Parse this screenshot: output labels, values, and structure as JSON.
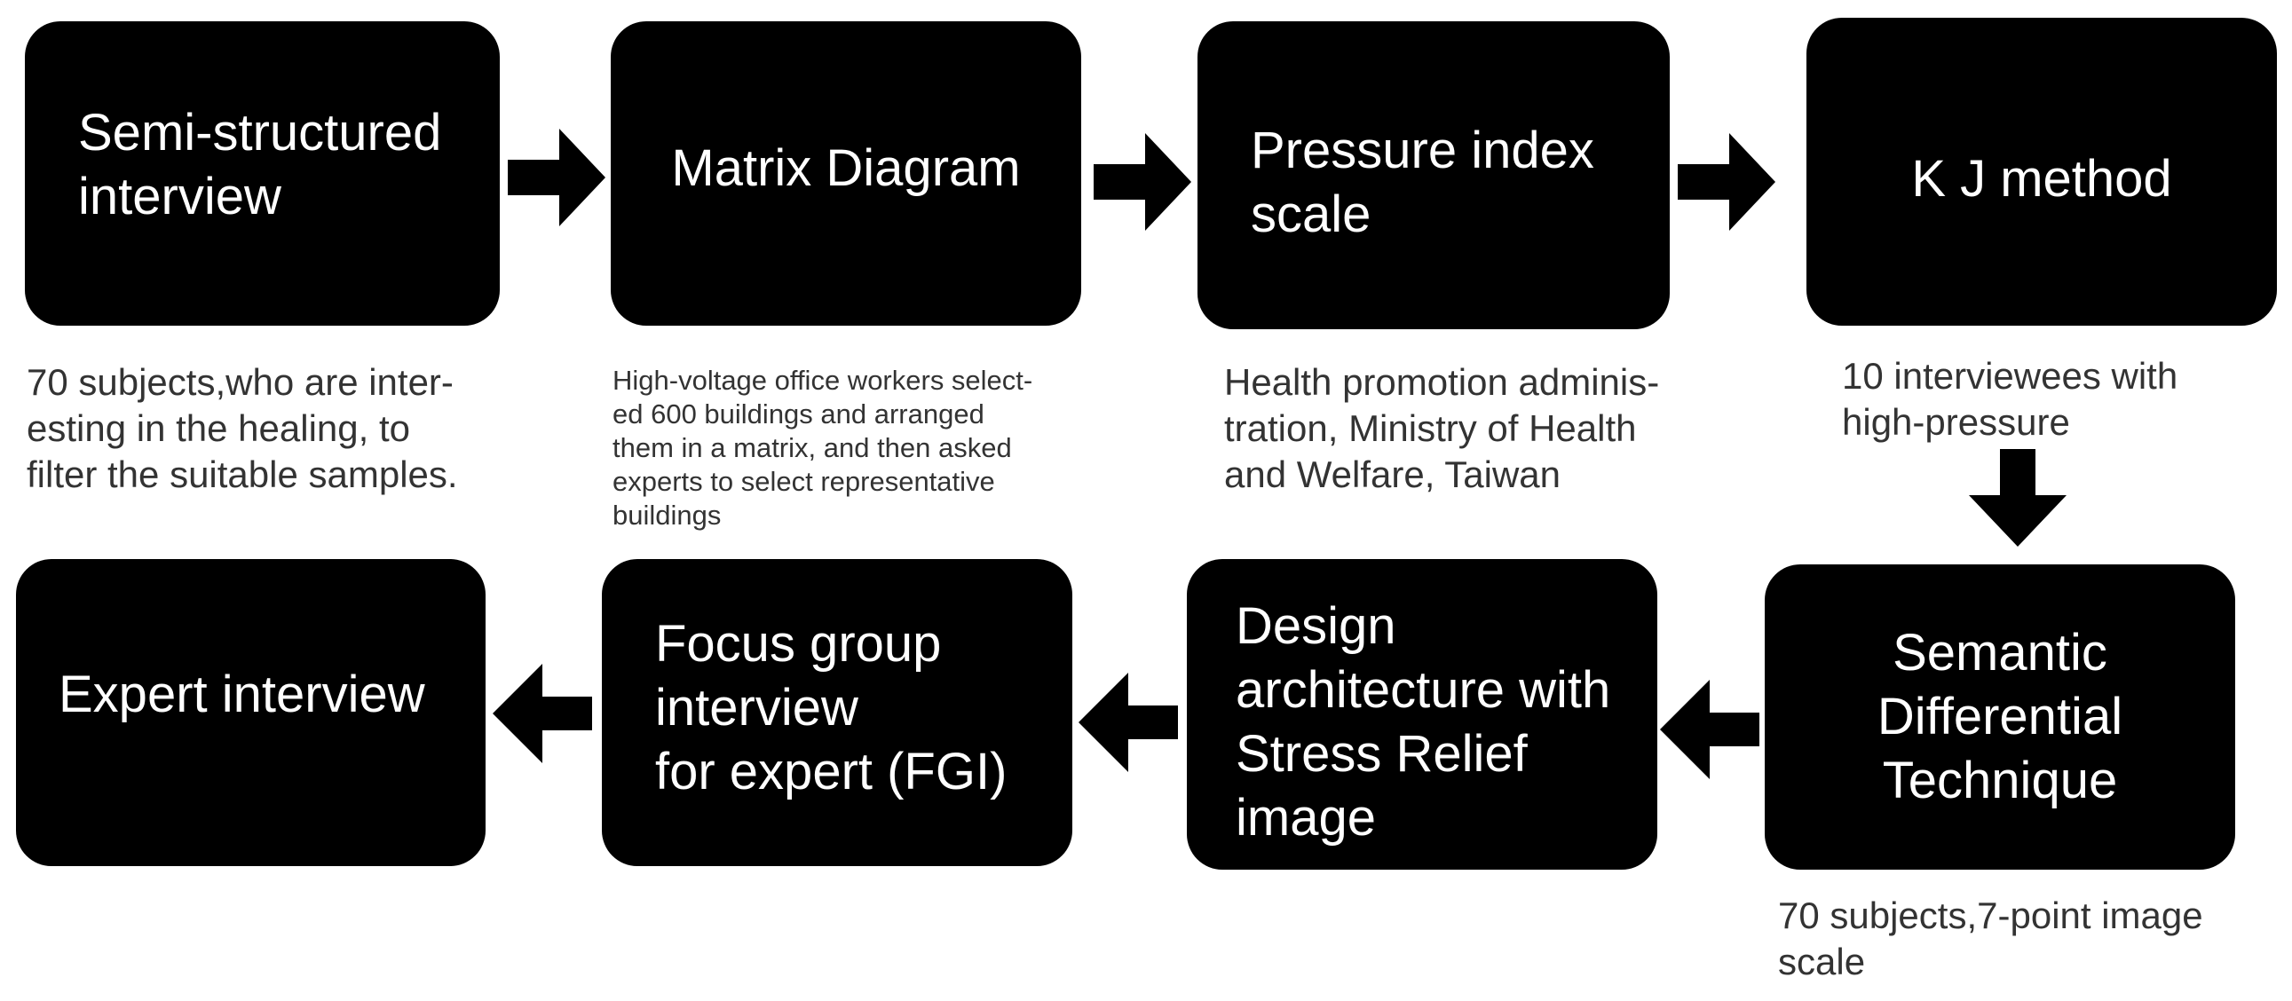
{
  "steps": [
    {
      "label": "Semi-structured\ninterview",
      "note": "70 subjects,who are inter-\nesting in the healing, to\nfilter the suitable samples."
    },
    {
      "label": "Matrix Diagram",
      "note": "High-voltage office workers select-\ned 600 buildings and arranged\nthem in a matrix, and then asked\nexperts to select representative\nbuildings"
    },
    {
      "label": "Pressure index\nscale",
      "note": "Health promotion adminis-\ntration, Ministry of Health\nand Welfare, Taiwan"
    },
    {
      "label": "K J method",
      "note": "10 interviewees with\nhigh-pressure"
    },
    {
      "label": "Semantic\nDifferential\nTechnique",
      "note": "70 subjects,7-point image\nscale"
    },
    {
      "label": "Design\narchitecture with\nStress Relief\nimage"
    },
    {
      "label": "Focus group\ninterview\nfor expert (FGI)"
    },
    {
      "label": "Expert interview"
    }
  ],
  "colors": {
    "box_fill": "#000000",
    "box_text": "#ffffff",
    "note_text": "#333333",
    "arrow": "#000000"
  },
  "icons": {
    "flow_arrow": "arrow-icon"
  }
}
